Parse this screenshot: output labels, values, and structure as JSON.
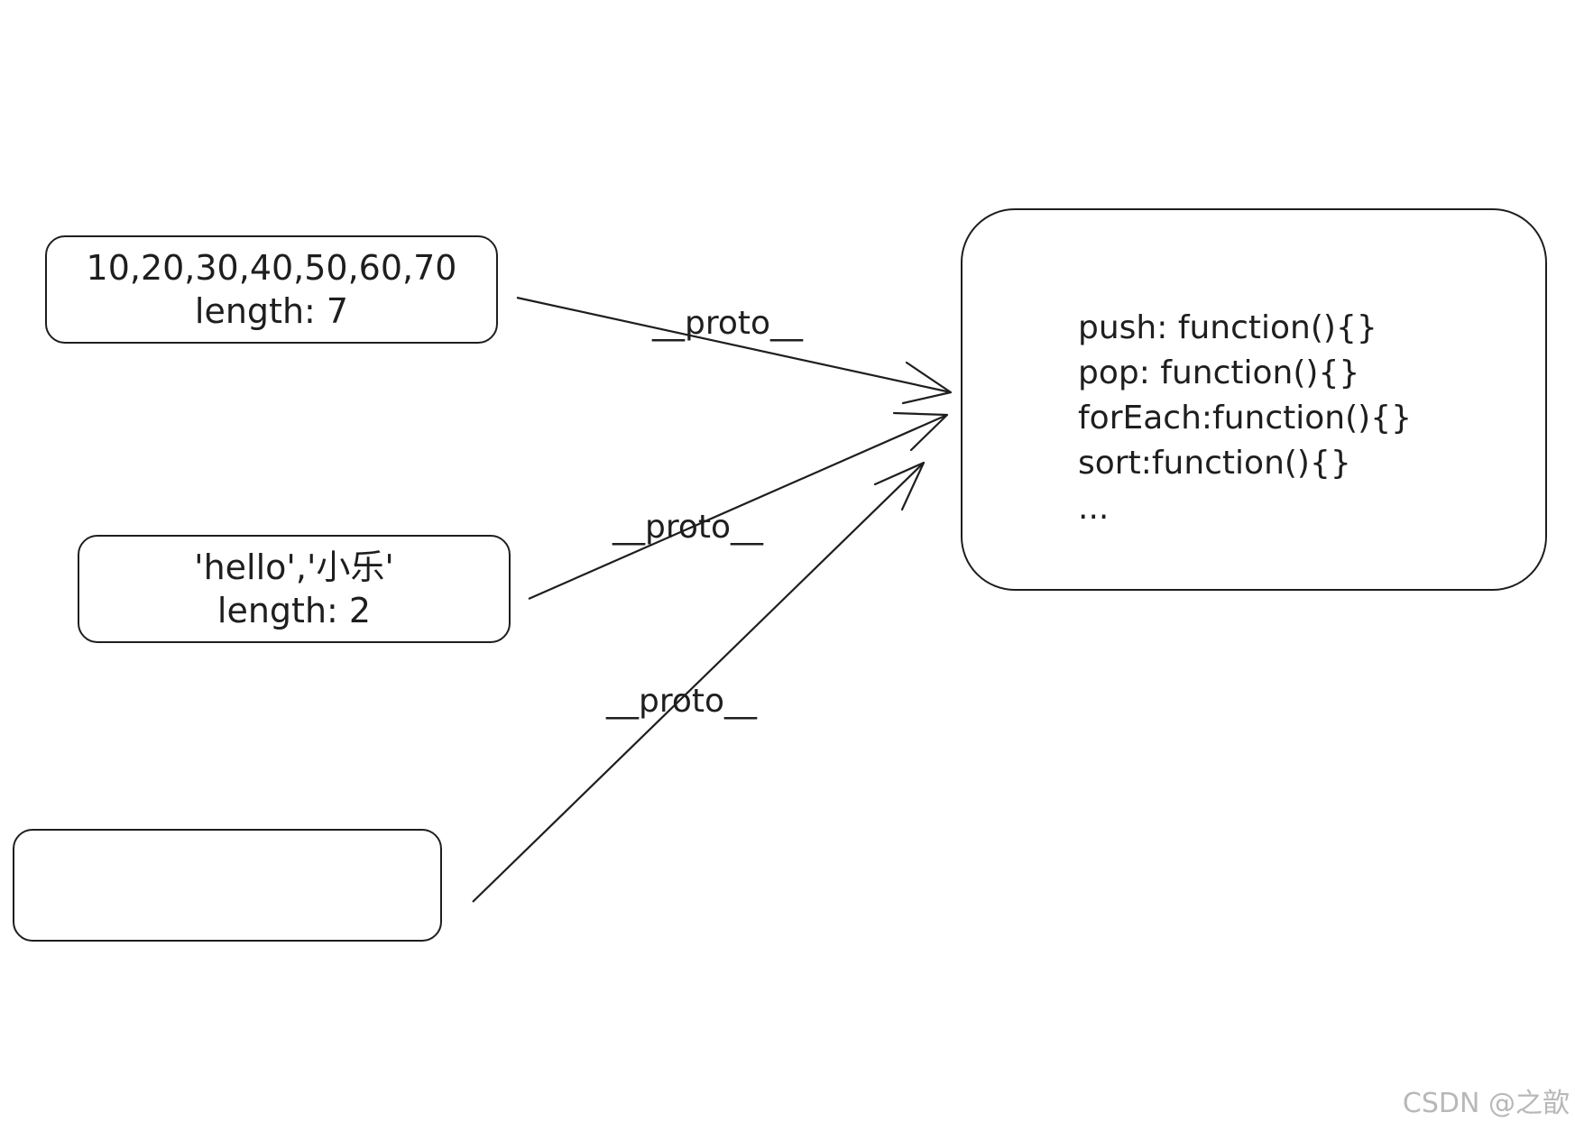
{
  "boxes": {
    "array1": {
      "line1": "10,20,30,40,50,60,70",
      "line2": "length: 7"
    },
    "array2": {
      "line1": "'hello','小乐'",
      "line2": "length: 2"
    },
    "array3": {
      "line1": "",
      "line2": ""
    }
  },
  "prototype": {
    "methods": [
      "push: function(){}",
      "pop: function(){}",
      "forEach:function(){}",
      "sort:function(){}",
      "..."
    ]
  },
  "edges": [
    {
      "label": "__proto__"
    },
    {
      "label": "__proto__"
    },
    {
      "label": "__proto__"
    }
  ],
  "watermark": "CSDN @之歆",
  "colors": {
    "stroke": "#1e1e1e",
    "watermark": "#b8b8b8"
  }
}
